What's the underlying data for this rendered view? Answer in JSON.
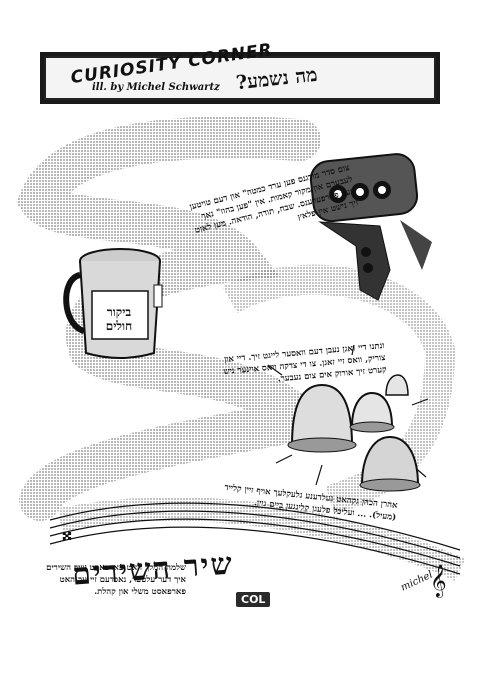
{
  "header": {
    "title": "CURIOSITY CORNER",
    "credit": "ill. by Michel Schwartz",
    "hebrew_title": "מה נשמע?"
  },
  "cup": {
    "label_line1": "ביקור",
    "label_line2": "חולים"
  },
  "texts": {
    "block1": "צום סדר מורגנס פען ערד כמטה\" און דעם טויטען לעבערם און מקור קאמות. אין \"פען בהוז\" נאך מער פערפערענס. שבח, תודה, הודאה. מען לאזט זיך נישט אין פלאץ",
    "block2": "ונתנו דיי ואגן נעבן דעם וואסער לייגט זיך. דיי און צוריק, וואס זיי זאגן. צו די צדקה וואס איינער ניש קערט זיך אורוק אים צום נעבער.",
    "block3": "אהרן הכהן גקהאט געלדענע גלעקלעך אויף זיין קלייד (מעיל). ... ועליכל פלעגן קלינגען ביים גיין.",
    "block4": "שלמה המלך האט פארפאסט שיר השירים איך דער עלטער, נאכדעם זיי ער האט פארפאסט משלי און קהלת."
  },
  "song_title": "שיר השירים",
  "signature": "michel",
  "watermark": "COL"
}
